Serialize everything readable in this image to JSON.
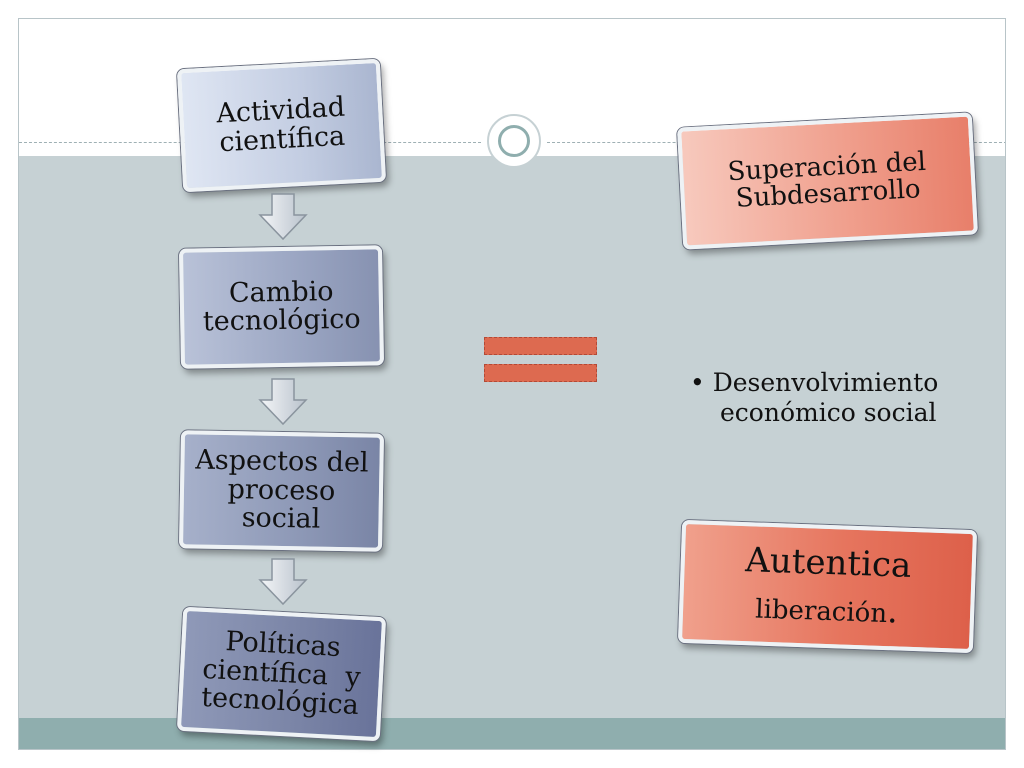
{
  "flow": {
    "box1": {
      "line1": "Actividad",
      "line2": "científica"
    },
    "box2": {
      "line1": "Cambio",
      "line2": "tecnológico"
    },
    "box3": {
      "line1": "Aspectos del",
      "line2": "proceso social"
    },
    "box4": {
      "line1": "Políticas",
      "line2": "científica  y",
      "line3": "tecnológica"
    }
  },
  "results": {
    "box1": {
      "line1": "Superación del",
      "line2": "Subdesarrollo"
    },
    "bullet": {
      "marker": "•",
      "line1": "Desenvolvimiento",
      "line2": "económico social"
    },
    "box2": {
      "line1": "Autentica",
      "line2": "liberación",
      "line2_end": "."
    }
  },
  "colors": {
    "flow_box": "#9aa5c2",
    "result_box": "#e6755e",
    "equals_sign": "#dd6a50",
    "bottom_band": "#8faeae"
  }
}
